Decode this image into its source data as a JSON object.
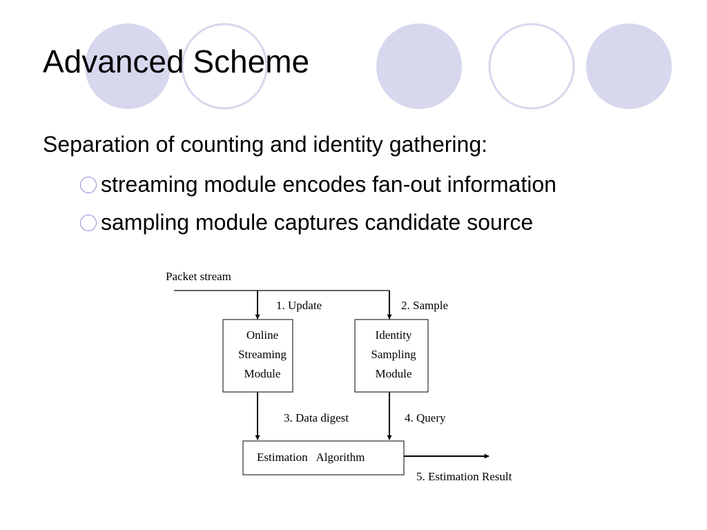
{
  "slide": {
    "title": "Advanced Scheme",
    "lead": "Separation of counting and identity gathering:",
    "bullets": [
      "streaming module encodes fan-out information",
      "sampling module captures candidate source"
    ],
    "decor_colors": {
      "filled": "#d7d7ee",
      "ring": "#d7d7ee",
      "bullet": "#8a8fd6"
    }
  },
  "diagram": {
    "input_label": "Packet stream",
    "edges": {
      "update": "1. Update",
      "sample": "2. Sample",
      "digest": "3. Data digest",
      "query": "4. Query",
      "result": "5. Estimation Result"
    },
    "online_module": [
      "Online",
      "Streaming",
      "Module"
    ],
    "identity_module": [
      "Identity",
      "Sampling",
      "Module"
    ],
    "estimation": "Estimation   Algorithm"
  }
}
